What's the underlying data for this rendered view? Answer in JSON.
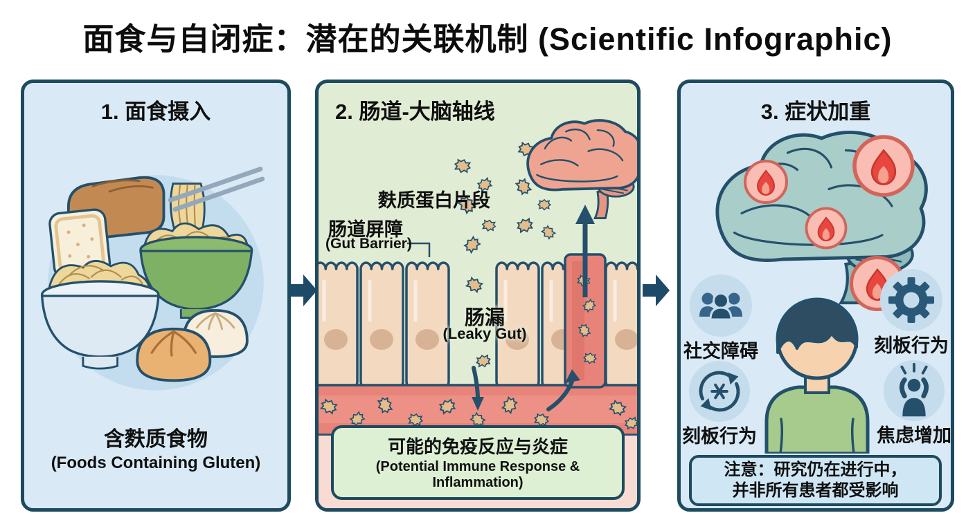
{
  "title": "面食与自闭症：潜在的关联机制 (Scientific Infographic)",
  "panels": {
    "intake": {
      "header": "1. 面食摄入",
      "caption_zh": "含麩质食物",
      "caption_en": "(Foods Containing Gluten)"
    },
    "gut_brain": {
      "header": "2. 肠道-大脑轴线",
      "gluten_fragments_label": "麩质蛋白片段",
      "gut_barrier_zh": "肠道屏障",
      "gut_barrier_en": "(Gut Barrier)",
      "leaky_gut_zh": "肠漏",
      "leaky_gut_en": "(Leaky Gut)",
      "immune_box_zh": "可能的免疫反应与炎症",
      "immune_box_en": "(Potential Immune Response & Inflammation)"
    },
    "symptoms": {
      "header": "3. 症状加重",
      "items": [
        {
          "label": "社交障碍",
          "icon": "people-group-icon"
        },
        {
          "label": "刻板行为",
          "icon": "gear-icon"
        },
        {
          "label": "刻板行为",
          "icon": "repetitive-cycle-icon"
        },
        {
          "label": "焦虑增加",
          "icon": "anxiety-person-icon"
        }
      ],
      "note_line1": "注意：研究仍在进行中，",
      "note_line2": "并非所有患者都受影响"
    }
  },
  "colors": {
    "panel_blue": "#d9eaf6",
    "panel_green": "#e0ecd3",
    "outline_navy": "#24506b",
    "arrow_navy": "#1d4a66",
    "blood_red": "#e8837a",
    "gluten_tan": "#e4bd8c",
    "brain_pink": "#efa491",
    "brain_teal": "#a9cdc9",
    "flame_red": "#e8473f",
    "pink_strip": "#f8dcd3",
    "immune_box_green": "#def0d4",
    "note_box_blue": "#cfe7f4",
    "icon_circle_blue": "#c5dcec",
    "icon_navy": "#2a5878",
    "shirt_green": "#a6cb8d"
  }
}
